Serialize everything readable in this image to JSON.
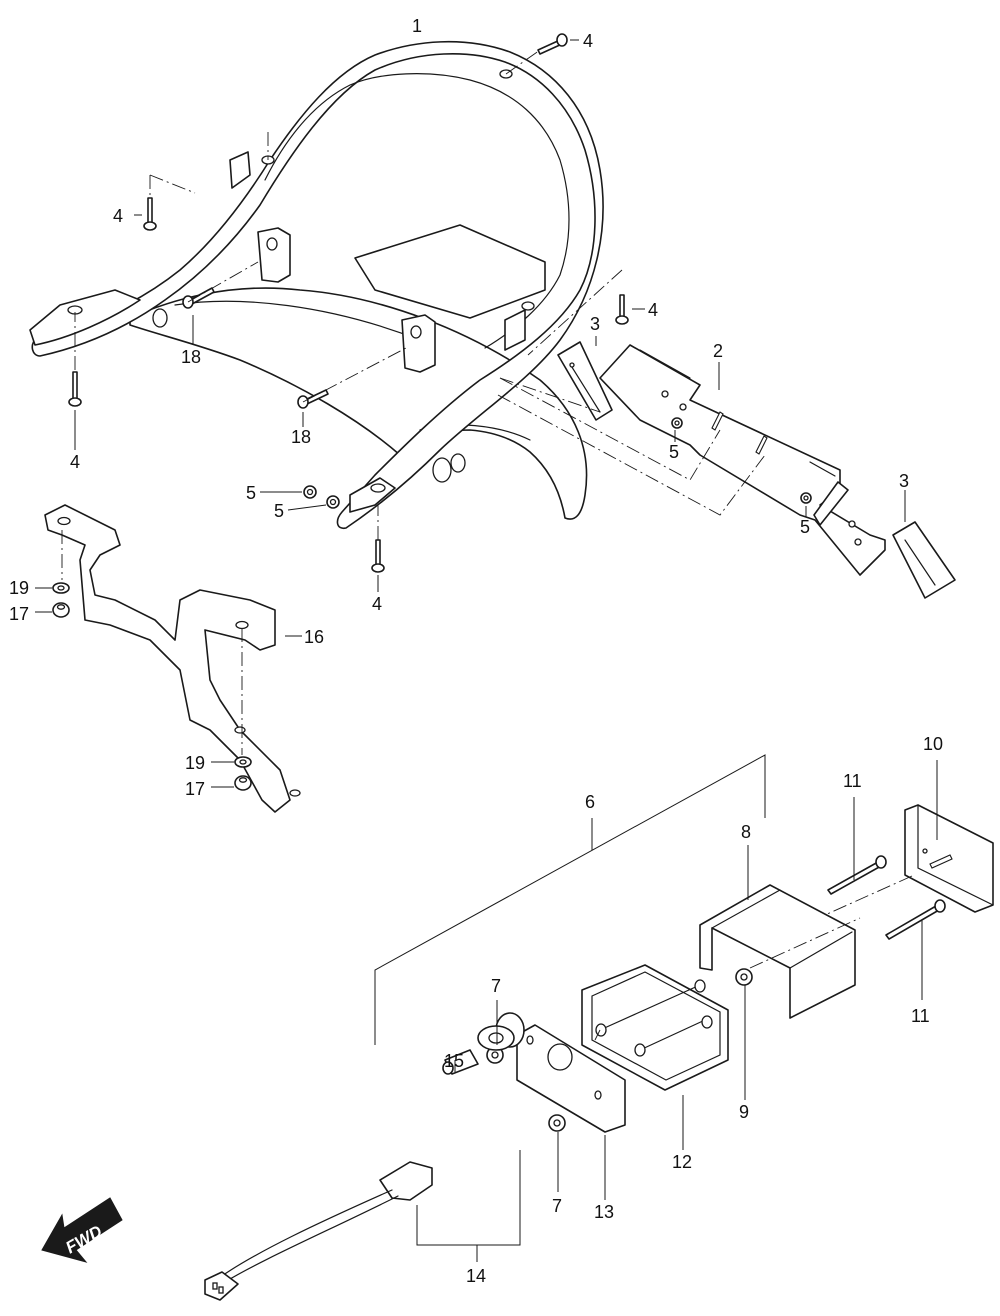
{
  "callouts": {
    "c1": "1",
    "c2": "2",
    "c3a": "3",
    "c3b": "3",
    "c4a": "4",
    "c4b": "4",
    "c4c": "4",
    "c4d": "4",
    "c4e": "4",
    "c5a": "5",
    "c5b": "5",
    "c5c": "5",
    "c5d": "5",
    "c6": "6",
    "c7a": "7",
    "c7b": "7",
    "c8": "8",
    "c9": "9",
    "c10": "10",
    "c11a": "11",
    "c11b": "11",
    "c12": "12",
    "c13": "13",
    "c14": "14",
    "c15": "15",
    "c16": "16",
    "c17a": "17",
    "c17b": "17",
    "c18a": "18",
    "c18b": "18",
    "c19a": "19",
    "c19b": "19"
  },
  "direction_arrow": {
    "label": "FWD"
  },
  "colors": {
    "line": "#1a1a1a",
    "background": "#ffffff",
    "arrow_fill": "#1a1a1a"
  }
}
